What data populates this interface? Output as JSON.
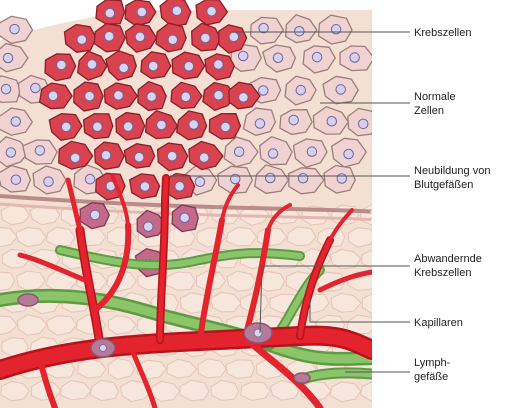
{
  "labels": {
    "krebszellen": "Krebszellen",
    "normale_1": "Normale",
    "normale_2": "Zellen",
    "neubildung_1": "Neubildung von",
    "neubildung_2": "Blutgefäßen",
    "abwandernde_1": "Abwandernde",
    "abwandernde_2": "Krebszellen",
    "kapillaren": "Kapillaren",
    "lymph_1": "Lymph-",
    "lymph_2": "gefäße"
  },
  "colors": {
    "cancer_cell": "#d9434f",
    "normal_cell": "#ecc9c6",
    "tissue": "#f3ddd0",
    "blood_vessel": "#e0202a",
    "lymph_vessel": "#7fb85a",
    "nucleus": "#c9c3e3",
    "leader_line": "#555555"
  }
}
